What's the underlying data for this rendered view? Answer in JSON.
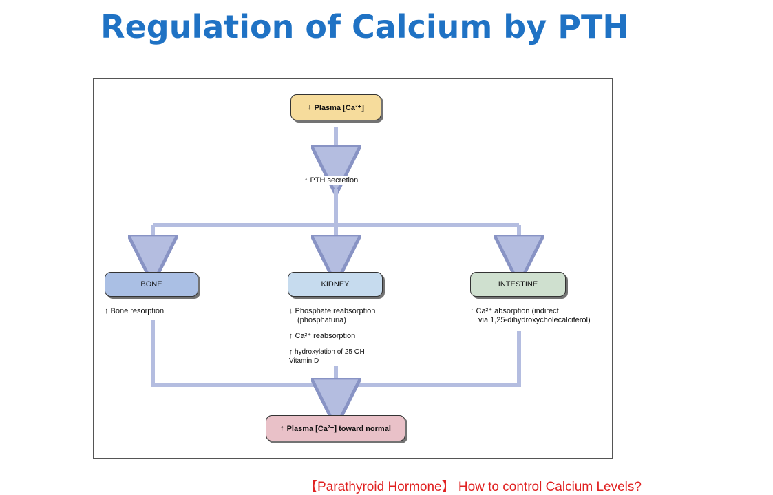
{
  "title": "Regulation of Calcium by PTH",
  "diagram": {
    "plasma_low": "Plasma [Ca²⁺]",
    "pth": "PTH secretion",
    "bone": "BONE",
    "kidney": "KIDNEY",
    "intestine": "INTESTINE",
    "bone_effect": "Bone resorption",
    "kidney_effect_1a": "Phosphate reabsorption",
    "kidney_effect_1b": "(phosphaturia)",
    "kidney_effect_2": "Ca²⁺ reabsorption",
    "kidney_effect_3a": "hydroxylation of 25 OH",
    "kidney_effect_3b": "Vitamin D",
    "intestine_effect_a": "Ca²⁺ absorption (indirect",
    "intestine_effect_b": "via 1,25-dihydroxycholecalciferol)",
    "result": "Plasma [Ca²⁺] toward normal",
    "up_arrow": "↑",
    "down_arrow": "↓",
    "colors": {
      "plasma": "#f6dc9c",
      "bone": "#aabfe4",
      "kidney": "#c6dbee",
      "intestine": "#cfe0cf",
      "result": "#e9c1c8",
      "connector": "#b4bde0"
    }
  },
  "footer_link": "【Parathyroid Hormone】 How to control Calcium Levels?"
}
